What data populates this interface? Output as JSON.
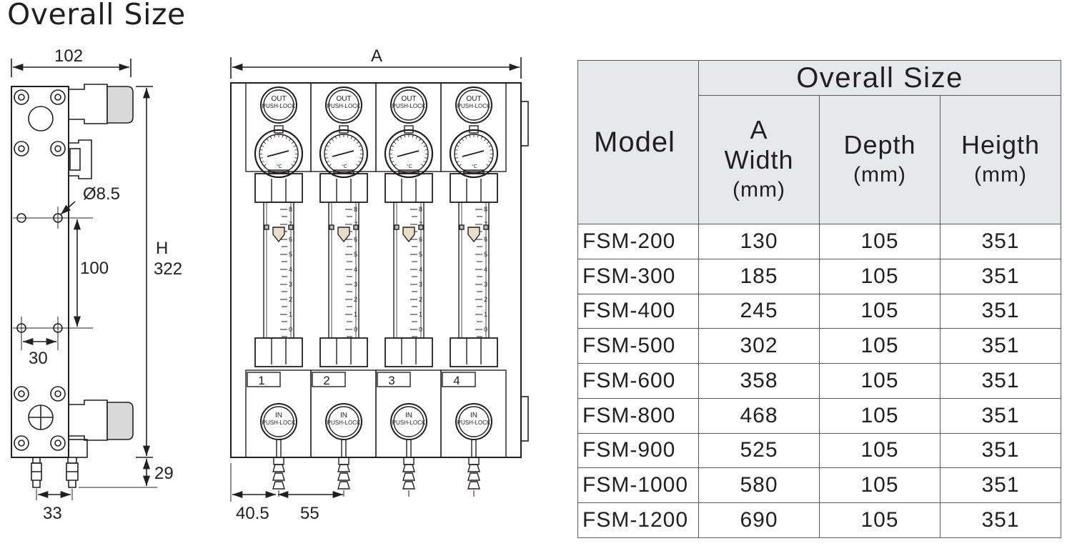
{
  "page_title": "Overall Size",
  "side_view": {
    "width": "102",
    "hole_diameter": "Ø8.5",
    "hole_spacing_v": "100",
    "hole_spacing_h": "30",
    "height_label": "H",
    "height_value": "322",
    "fitting_height": "29",
    "fitting_spacing": "33"
  },
  "front_view": {
    "width_label": "A",
    "left_offset": "40.5",
    "pitch": "55",
    "outlet_label": [
      "OUT",
      "PUSH-LOCK"
    ],
    "inlet_label": [
      "IN",
      "PUSH-LOCK"
    ],
    "flowmeter_scale": [
      "8",
      "7",
      "6",
      "5",
      "4",
      "3",
      "2",
      "1",
      "0"
    ],
    "gauge_unit": "°C",
    "channels": [
      "1",
      "2",
      "3",
      "4"
    ]
  },
  "table": {
    "header_model": "Model",
    "header_overall": "Overall Size",
    "col_a_line1": "A",
    "col_a_line2": "Width",
    "col_depth": "Depth",
    "col_height": "Heigth",
    "unit": "(mm)",
    "rows": [
      {
        "model": "FSM-200",
        "a": "130",
        "depth": "105",
        "height": "351"
      },
      {
        "model": "FSM-300",
        "a": "185",
        "depth": "105",
        "height": "351"
      },
      {
        "model": "FSM-400",
        "a": "245",
        "depth": "105",
        "height": "351"
      },
      {
        "model": "FSM-500",
        "a": "302",
        "depth": "105",
        "height": "351"
      },
      {
        "model": "FSM-600",
        "a": "358",
        "depth": "105",
        "height": "351"
      },
      {
        "model": "FSM-800",
        "a": "468",
        "depth": "105",
        "height": "351"
      },
      {
        "model": "FSM-900",
        "a": "525",
        "depth": "105",
        "height": "351"
      },
      {
        "model": "FSM-1000",
        "a": "580",
        "depth": "105",
        "height": "351"
      },
      {
        "model": "FSM-1200",
        "a": "690",
        "depth": "105",
        "height": "351"
      }
    ]
  }
}
